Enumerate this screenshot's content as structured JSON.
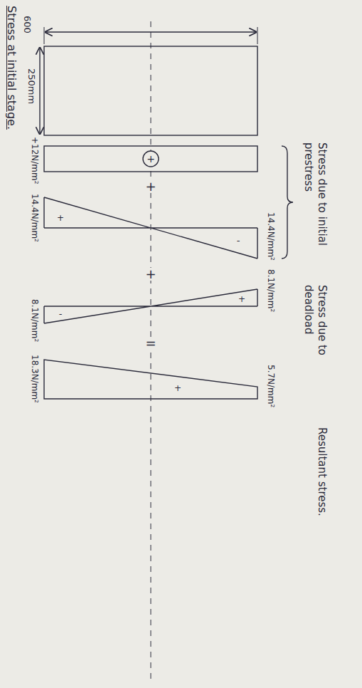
{
  "diagram": {
    "labels": [
      "Stress at initial stage.",
      "600",
      "250mm",
      "+12N/mm²",
      "+",
      "+",
      "14.4N/mm²",
      "+",
      "-",
      "14.4N/mm²",
      "+",
      "8.1N/mm²",
      "-",
      "+",
      "8.1N/mm²",
      "=",
      "18.3N/mm²",
      "+",
      "5.7N/mm²",
      "Stress due to initial prestress",
      "Stress due to deadload",
      "Resultant stress."
    ]
  }
}
